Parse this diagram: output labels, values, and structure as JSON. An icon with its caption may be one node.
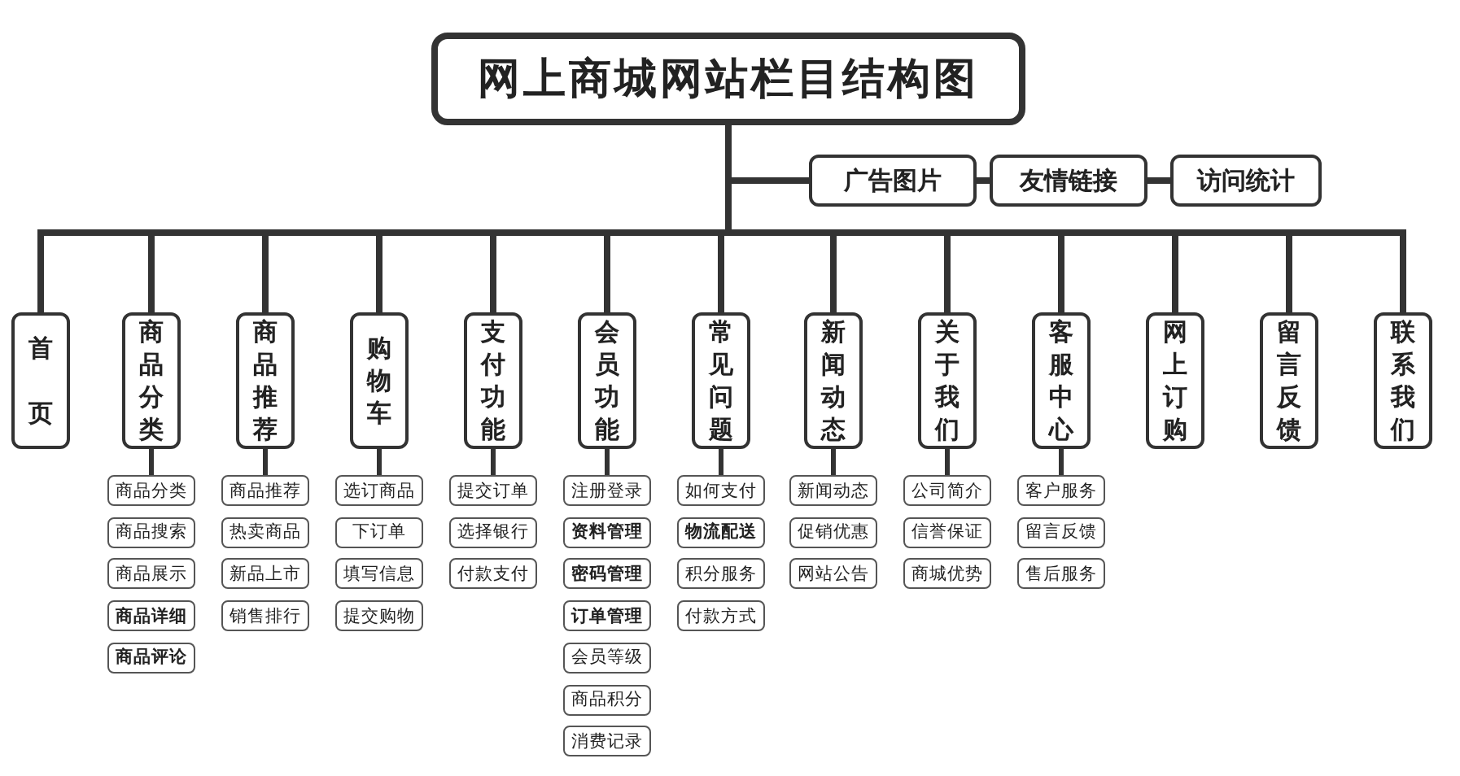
{
  "diagram": {
    "nodes": [
      {
        "text": [
          "网上商城网站栏目结构图"
        ]
      },
      {
        "text": [
          "广告图片"
        ]
      },
      {
        "text": [
          "友情链接"
        ]
      },
      {
        "text": [
          "访问统计"
        ]
      },
      {
        "text": [
          "首页"
        ]
      },
      {
        "text": [
          "商品分类"
        ]
      },
      {
        "text": [
          "商品推荐"
        ]
      },
      {
        "text": [
          "购物车"
        ]
      },
      {
        "text": [
          "支付功能"
        ]
      },
      {
        "text": [
          "会员功能"
        ]
      },
      {
        "text": [
          "常见问题"
        ]
      },
      {
        "text": [
          "新闻动态"
        ]
      },
      {
        "text": [
          "关于我们"
        ]
      },
      {
        "text": [
          "客服中心"
        ]
      },
      {
        "text": [
          "网上订购"
        ]
      },
      {
        "text": [
          "留言反馈"
        ]
      },
      {
        "text": [
          "联系我们"
        ]
      },
      {
        "text": [
          "商品分类"
        ]
      },
      {
        "text": [
          "商品搜索"
        ]
      },
      {
        "text": [
          "商品展示"
        ]
      },
      {
        "text": [
          "**商品详细**"
        ]
      },
      {
        "text": [
          "**商品评论**"
        ]
      },
      {
        "text": [
          "商品推荐"
        ]
      },
      {
        "text": [
          "热卖商品"
        ]
      },
      {
        "text": [
          "新品上市"
        ]
      },
      {
        "text": [
          "销售排行"
        ]
      },
      {
        "text": [
          "选订商品"
        ]
      },
      {
        "text": [
          "下订单"
        ]
      },
      {
        "text": [
          "填写信息"
        ]
      },
      {
        "text": [
          "提交购物"
        ]
      },
      {
        "text": [
          "提交订单"
        ]
      },
      {
        "text": [
          "选择银行"
        ]
      },
      {
        "text": [
          "付款支付"
        ]
      },
      {
        "text": [
          "注册登录"
        ]
      },
      {
        "text": [
          "**资料管理**"
        ]
      },
      {
        "text": [
          "**密码管理**"
        ]
      },
      {
        "text": [
          "**订单管理**"
        ]
      },
      {
        "text": [
          "会员等级"
        ]
      },
      {
        "text": [
          "商品积分"
        ]
      },
      {
        "text": [
          "消费记录"
        ]
      },
      {
        "text": [
          "如何支付"
        ]
      },
      {
        "text": [
          "**物流配送**"
        ]
      },
      {
        "text": [
          "积分服务"
        ]
      },
      {
        "text": [
          "付款方式"
        ]
      },
      {
        "text": [
          "新闻动态"
        ]
      },
      {
        "text": [
          "促销优惠"
        ]
      },
      {
        "text": [
          "网站公告"
        ]
      },
      {
        "text": [
          "公司简介"
        ]
      },
      {
        "text": [
          "信誉保证"
        ]
      },
      {
        "text": [
          "商城优势"
        ]
      },
      {
        "text": [
          "客户服务"
        ]
      },
      {
        "text": [
          "留言反馈"
        ]
      },
      {
        "text": [
          "售后服务"
        ]
      }
    ],
    "edges": [
      {
        "from": 0,
        "to": 4,
        "arrow": "none"
      },
      {
        "from": 0,
        "to": 5,
        "arrow": "none"
      },
      {
        "from": 0,
        "to": 6,
        "arrow": "none"
      },
      {
        "from": 0,
        "to": 7,
        "arrow": "none"
      },
      {
        "from": 0,
        "to": 8,
        "arrow": "none"
      },
      {
        "from": 0,
        "to": 9,
        "arrow": "none"
      },
      {
        "from": 0,
        "to": 10,
        "arrow": "none"
      },
      {
        "from": 0,
        "to": 11,
        "arrow": "none"
      },
      {
        "from": 0,
        "to": 12,
        "arrow": "none"
      },
      {
        "from": 0,
        "to": 13,
        "arrow": "none"
      },
      {
        "from": 0,
        "to": 14,
        "arrow": "none"
      },
      {
        "from": 0,
        "to": 15,
        "arrow": "none"
      },
      {
        "from": 0,
        "to": 16,
        "arrow": "none"
      },
      {
        "from": 0,
        "to": 1,
        "arrow": "none"
      },
      {
        "from": 1,
        "to": 2,
        "arrow": "none"
      },
      {
        "from": 2,
        "to": 3,
        "arrow": "none"
      },
      {
        "from": 5,
        "to": 17,
        "arrow": "none"
      },
      {
        "from": 6,
        "to": 22,
        "arrow": "none"
      },
      {
        "from": 7,
        "to": 26,
        "arrow": "none"
      },
      {
        "from": 8,
        "to": 30,
        "arrow": "none"
      },
      {
        "from": 9,
        "to": 33,
        "arrow": "none"
      },
      {
        "from": 10,
        "to": 40,
        "arrow": "none"
      },
      {
        "from": 11,
        "to": 44,
        "arrow": "none"
      },
      {
        "from": 12,
        "to": 47,
        "arrow": "none"
      },
      {
        "from": 13,
        "to": 50,
        "arrow": "none"
      }
    ]
  }
}
